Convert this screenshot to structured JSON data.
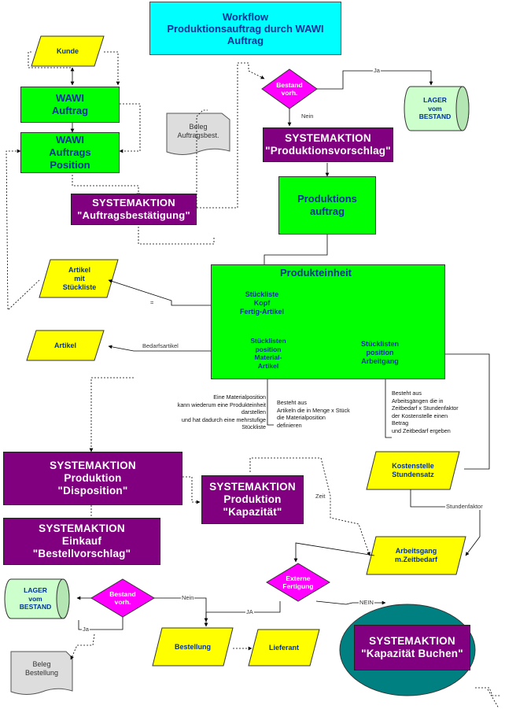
{
  "title": "Workflow\nProduktionsauftrag durch WAWI\nAuftrag",
  "nodes": {
    "kunde": "Kunde",
    "wawi_auftrag": "WAWI\nAuftrag",
    "wawi_auftrags_position": "WAWI\nAuftrags\nPosition",
    "beleg_auftragsbest": "Beleg\nAuftragsbest.",
    "sys_auftragsbestaetigung": "SYSTEMAKTION\n\"Auftragsbestätigung\"",
    "bestand_vorh_top": "Bestand\nvorh.",
    "lager_top": "LAGER\nvom\nBESTAND",
    "sys_produktionsvorschlag": "SYSTEMAKTION\n\"Produktionsvorschlag\"",
    "produktionsauftrag": "Produktions\nauftrag",
    "artikel_mit_stueckliste": "Artikel\nmit\nStückliste",
    "produkteinheit": "Produkteinheit",
    "stueckliste_kopf": "Stückliste\nKopf\nFertig-Artikel",
    "stuecklisten_pos_material": "Stücklisten\nposition\nMaterial-\nArtikel",
    "stuecklisten_pos_arbeitgang": "Stücklisten\nposition\nArbeitgang",
    "artikel": "Artikel",
    "sys_disposition": "SYSTEMAKTION\nProduktion\n\"Disposition\"",
    "sys_kapazitaet": "SYSTEMAKTION\nProduktion\n\"Kapazität\"",
    "kostenstelle": "Kostenstelle\nStundensatz",
    "sys_bestellvorschlag": "SYSTEMAKTION\nEinkauf\n\"Bestellvorschlag\"",
    "arbeitsgang_zeitbedarf": "Arbeitsgang\nm.Zeitbedarf",
    "lager_bottom": "LAGER\nvom\nBESTAND",
    "bestand_vorh_bottom": "Bestand\nvorh.",
    "externe_fertigung": "Externe\nFertigung",
    "sys_kapazitaet_buchen": "SYSTEMAKTION\n\"Kapazität Buchen\"",
    "beleg_bestellung": "Beleg\nBestellung",
    "bestellung": "Bestellung",
    "lieferant": "Lieferant"
  },
  "connector_labels": {
    "ja_top": "Ja",
    "nein_top": "Nein",
    "eq": "=",
    "bedarfsartikel": "Bedarfsartikel",
    "zeit": "Zeit",
    "stundenfaktor": "Stundenfaktor",
    "nein_bottom_bestand": "Nein",
    "ja_bottom_bestand": "Ja",
    "ja_externe": "JA",
    "nein_externe": "NEIN"
  },
  "notes": {
    "material_left": "Eine Materialposition\nkann wiederum eine Produkteinheit\ndarstellen\nund hat dadurch eine mehrstufige\nStückliste",
    "material_mid": "Besteht aus\nArtikeln die in Menge x Stück\ndie Materialposition\ndefinieren",
    "arbeitgang_note": "Besteht aus\nArbeitsgängen die in\nZeitbedarf x Stundenfaktor\nder Kostenstelle einen\nBetrag\nund Zeitbedarf ergeben"
  },
  "colors": {
    "cyan": "#00ffff",
    "green": "#00ff00",
    "purple": "#800080",
    "yellow": "#ffff00",
    "magenta": "#ff00ff",
    "teal": "#008080",
    "pale_green": "#ccffcc",
    "text_blue": "#003399"
  }
}
